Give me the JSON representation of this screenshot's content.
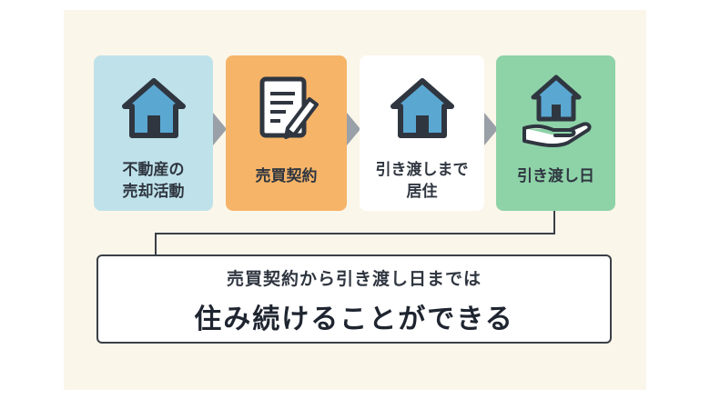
{
  "steps": [
    {
      "label": "不動産の\n売却活動",
      "icon": "house-icon",
      "color": "#bfe2ea"
    },
    {
      "label": "売買契約",
      "icon": "contract-document-pen-icon",
      "color": "#f6b469"
    },
    {
      "label": "引き渡しまで\n居住",
      "icon": "house-icon",
      "color": "#ffffff"
    },
    {
      "label": "引き渡し日",
      "icon": "house-on-hand-icon",
      "color": "#8ed2a8"
    }
  ],
  "note": {
    "line1": "売買契約から引き渡し日までは",
    "line2": "住み続けることができる"
  },
  "colors": {
    "panel_bg": "#fbf6ea",
    "arrow": "#9aa0a8",
    "outline": "#3a3f47",
    "house_fill": "#5aa7d2"
  }
}
